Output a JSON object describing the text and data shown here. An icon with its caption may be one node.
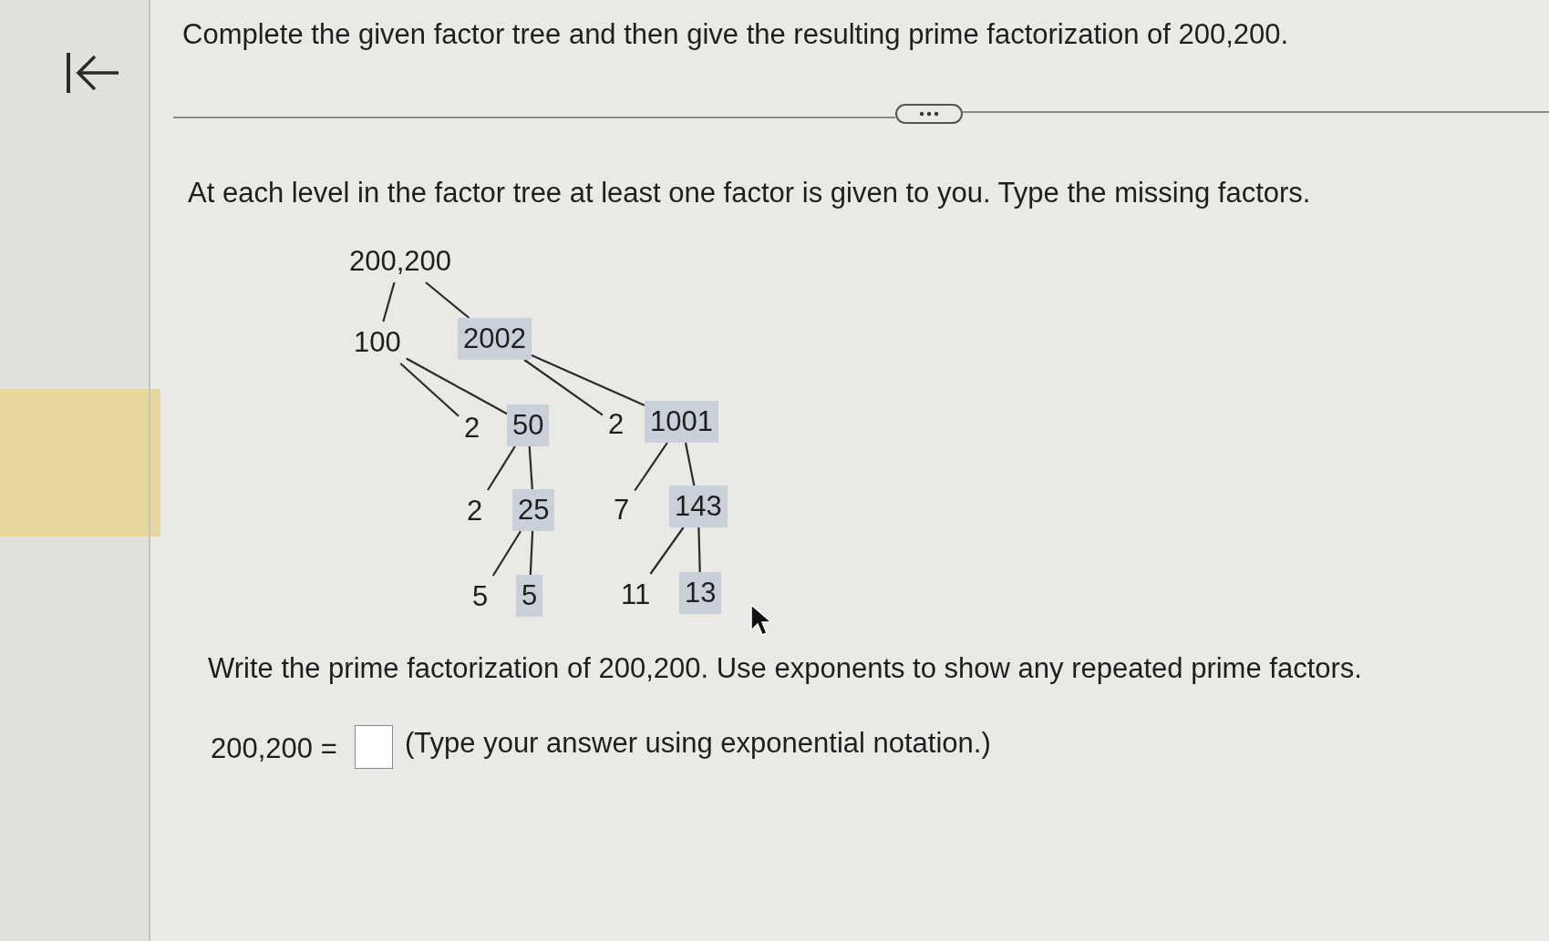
{
  "diagram": {
    "title": "Complete the given factor tree and then give the resulting prime factorization of 200,200.",
    "nodes": [
      {
        "text": [
          "200,200"
        ]
      },
      {
        "text": [
          "100"
        ]
      },
      {
        "text": [
          "2002"
        ]
      },
      {
        "text": [
          "2"
        ]
      },
      {
        "text": [
          "50"
        ]
      },
      {
        "text": [
          "2"
        ]
      },
      {
        "text": [
          "1001"
        ]
      },
      {
        "text": [
          "2"
        ]
      },
      {
        "text": [
          "25"
        ]
      },
      {
        "text": [
          "7"
        ]
      },
      {
        "text": [
          "143"
        ]
      },
      {
        "text": [
          "5"
        ]
      },
      {
        "text": [
          "5"
        ]
      },
      {
        "text": [
          "11"
        ]
      },
      {
        "text": [
          "13"
        ]
      }
    ],
    "edges": [
      {
        "from": 0,
        "to": 1,
        "arrow": "none"
      },
      {
        "from": 0,
        "to": 2,
        "arrow": "none"
      },
      {
        "from": 1,
        "to": 3,
        "arrow": "none"
      },
      {
        "from": 1,
        "to": 4,
        "arrow": "none"
      },
      {
        "from": 2,
        "to": 5,
        "arrow": "none"
      },
      {
        "from": 2,
        "to": 6,
        "arrow": "none"
      },
      {
        "from": 4,
        "to": 7,
        "arrow": "none"
      },
      {
        "from": 4,
        "to": 8,
        "arrow": "none"
      },
      {
        "from": 6,
        "to": 9,
        "arrow": "none"
      },
      {
        "from": 6,
        "to": 10,
        "arrow": "none"
      },
      {
        "from": 8,
        "to": 11,
        "arrow": "none"
      },
      {
        "from": 8,
        "to": 12,
        "arrow": "none"
      },
      {
        "from": 10,
        "to": 13,
        "arrow": "none"
      },
      {
        "from": 10,
        "to": 14,
        "arrow": "none"
      }
    ],
    "labels": [
      "At each level in the factor tree at least one factor is given to you. Type the missing factors.",
      "Write the prime factorization of 200,200. Use exponents to show any repeated prime factors.",
      "200,200 =",
      "(Type your answer using exponential notation.)"
    ]
  }
}
